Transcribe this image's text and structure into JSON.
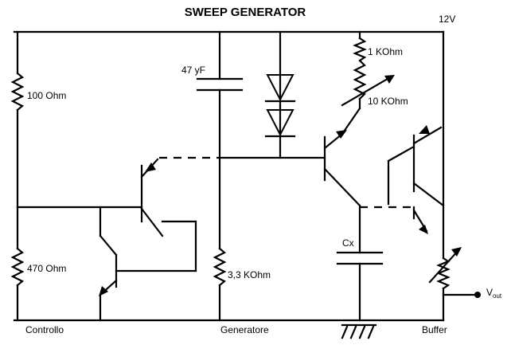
{
  "title": "SWEEP GENERATOR",
  "supply": "12V",
  "components": {
    "r1": "100 Ohm",
    "r2": "470 Ohm",
    "r3": "3,3 KOhm",
    "r4": "1 KOhm",
    "pot": "10 KOhm",
    "cap1": "47 yF",
    "cx": "Cx"
  },
  "output": {
    "main": "V",
    "sub": "out"
  },
  "sections": [
    "Controllo",
    "Generatore",
    "Buffer"
  ]
}
